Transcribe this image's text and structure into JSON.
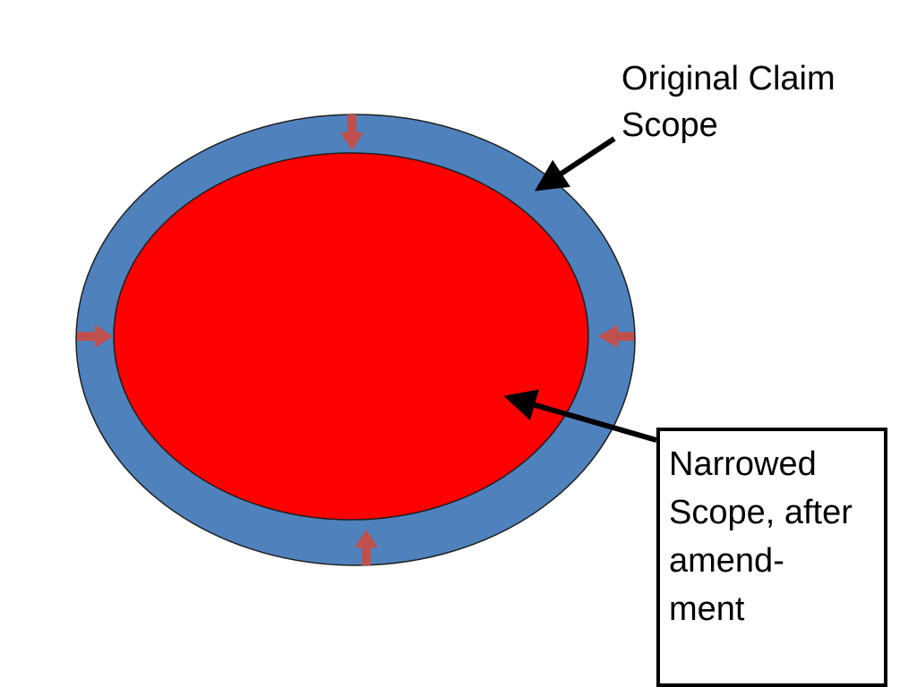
{
  "labels": {
    "original_line1": "Original Claim",
    "original_line2": "Scope",
    "narrowed_line1": "Narrowed",
    "narrowed_line2": "Scope, after",
    "narrowed_line3": "amend-",
    "narrowed_line4": "ment"
  },
  "colors": {
    "outer_ellipse": "#4f81bd",
    "inner_ellipse": "#ff0000",
    "small_arrows": "#c0504d",
    "pointer_arrows": "#000000"
  }
}
